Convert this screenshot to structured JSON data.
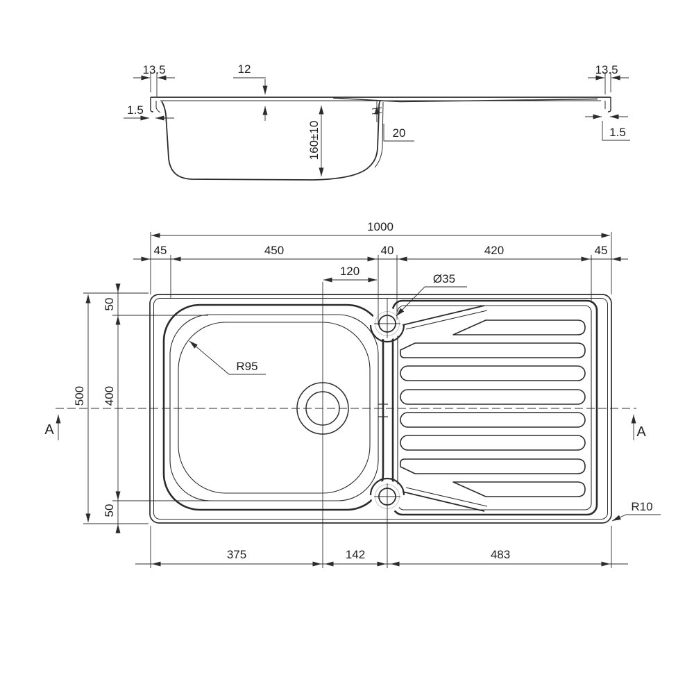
{
  "section": {
    "lip_left": "13.5",
    "rim_depth": "12",
    "lip_right": "13.5",
    "sheet_left": "1.5",
    "bowl_depth": "160±10",
    "upstand": "20",
    "sheet_right": "1.5"
  },
  "plan": {
    "overall_width": "1000",
    "seg_left": "45",
    "seg_bowl": "450",
    "seg_gap": "40",
    "seg_drainer": "420",
    "seg_right": "45",
    "drain_offset": "120",
    "tap_hole_dia": "Ø35",
    "bowl_corner_radius": "R95",
    "overall_depth": "500",
    "margin_top": "50",
    "bowl_length": "400",
    "margin_bottom": "50",
    "outer_corner_radius": "R10",
    "pos_drain": "375",
    "pos_tap": "142",
    "pos_right": "483",
    "section_marker_left": "A",
    "section_marker_right": "A"
  },
  "colors": {
    "line": "#2b2b2b",
    "ghost": "#c8c8c8",
    "background": "#ffffff"
  }
}
